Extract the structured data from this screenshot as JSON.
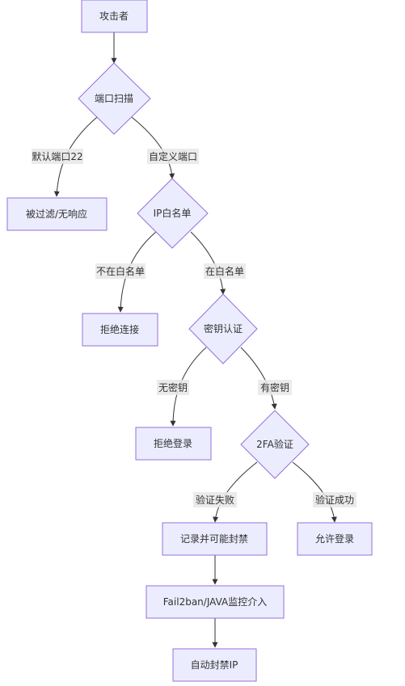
{
  "nodes": {
    "attacker": "攻击者",
    "port_scan": "端口扫描",
    "filtered": "被过滤/无响应",
    "ip_whitelist": "IP白名单",
    "reject_conn": "拒绝连接",
    "key_auth": "密钥认证",
    "reject_login": "拒绝登录",
    "twofa": "2FA验证",
    "log_ban": "记录并可能封禁",
    "allow_login": "允许登录",
    "monitor": "Fail2ban/JAVA监控介入",
    "auto_ban": "自动封禁IP"
  },
  "edges": {
    "default_port": "默认端口22",
    "custom_port": "自定义端口",
    "not_in_whitelist": "不在白名单",
    "in_whitelist": "在白名单",
    "no_key": "无密钥",
    "has_key": "有密钥",
    "verify_fail": "验证失败",
    "verify_ok": "验证成功"
  },
  "colors": {
    "node_fill": "#ececff",
    "node_stroke": "#9370db",
    "edge": "#333333",
    "text": "#333333"
  }
}
